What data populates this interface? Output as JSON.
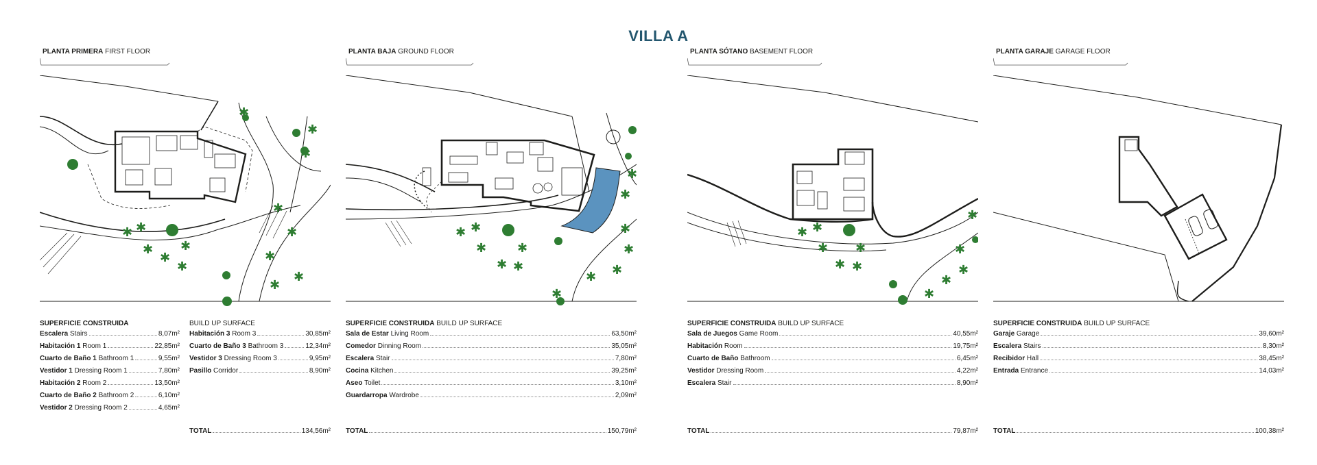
{
  "title": "VILLA A",
  "floors": [
    {
      "label_es": "PLANTA PRIMERA",
      "label_en": "FIRST FLOOR",
      "surface_title_es": "SUPERFICIE CONSTRUIDA",
      "surface_title_en": "BUILD UP SURFACE",
      "rooms_left": [
        {
          "es": "Escalera",
          "en": "Stairs",
          "area": "8,07m²"
        },
        {
          "es": "Habitación 1",
          "en": "Room 1",
          "area": "22,85m²"
        },
        {
          "es": "Cuarto de Baño 1",
          "en": "Bathroom 1",
          "area": "9,55m²"
        },
        {
          "es": "Vestidor 1",
          "en": "Dressing Room 1",
          "area": "7,80m²"
        },
        {
          "es": "Habitación 2",
          "en": "Room 2",
          "area": "13,50m²"
        },
        {
          "es": "Cuarto de Baño 2",
          "en": "Bathroom 2",
          "area": "6,10m²"
        },
        {
          "es": "Vestidor 2",
          "en": "Dressing Room 2",
          "area": "4,65m²"
        }
      ],
      "rooms_right": [
        {
          "es": "Habitación 3",
          "en": "Room 3",
          "area": "30,85m²"
        },
        {
          "es": "Cuarto de Baño 3",
          "en": "Bathroom 3",
          "area": "12,34m²"
        },
        {
          "es": "Vestidor 3",
          "en": "Dressing Room 3",
          "area": "9,95m²"
        },
        {
          "es": "Pasillo",
          "en": "Corridor",
          "area": "8,90m²"
        }
      ],
      "total_label": "TOTAL",
      "total": "134,56m²"
    },
    {
      "label_es": "PLANTA BAJA",
      "label_en": "GROUND FLOOR",
      "surface_title_es": "SUPERFICIE CONSTRUIDA",
      "surface_title_en": "BUILD UP SURFACE",
      "rooms": [
        {
          "es": "Sala de Estar",
          "en": "Living Room",
          "area": "63,50m²"
        },
        {
          "es": "Comedor",
          "en": "Dinning Room",
          "area": "35,05m²"
        },
        {
          "es": "Escalera",
          "en": "Stair",
          "area": "7,80m²"
        },
        {
          "es": "Cocina",
          "en": "Kitchen",
          "area": "39,25m²"
        },
        {
          "es": "Aseo",
          "en": "Toilet",
          "area": "3,10m²"
        },
        {
          "es": "Guardarropa",
          "en": "Wardrobe",
          "area": "2,09m²"
        }
      ],
      "total_label": "TOTAL",
      "total": "150,79m²"
    },
    {
      "label_es": "PLANTA SÓTANO",
      "label_en": "BASEMENT FLOOR",
      "surface_title_es": "SUPERFICIE CONSTRUIDA",
      "surface_title_en": "BUILD UP SURFACE",
      "rooms": [
        {
          "es": "Sala de Juegos",
          "en": "Game Room",
          "area": "40,55m²"
        },
        {
          "es": "Habitación",
          "en": "Room",
          "area": "19,75m²"
        },
        {
          "es": "Cuarto de Baño",
          "en": "Bathroom",
          "area": "6,45m²"
        },
        {
          "es": "Vestidor",
          "en": "Dressing Room",
          "area": "4,22m²"
        },
        {
          "es": "Escalera",
          "en": "Stair",
          "area": "8,90m²"
        }
      ],
      "total_label": "TOTAL",
      "total": "79,87m²"
    },
    {
      "label_es": "PLANTA GARAJE",
      "label_en": "GARAGE FLOOR",
      "surface_title_es": "SUPERFICIE CONSTRUIDA",
      "surface_title_en": "BUILD UP SURFACE",
      "rooms": [
        {
          "es": "Garaje",
          "en": "Garage",
          "area": "39,60m²"
        },
        {
          "es": "Escalera",
          "en": "Stairs",
          "area": "8,30m²"
        },
        {
          "es": "Recibidor",
          "en": "Hall",
          "area": "38,45m²"
        },
        {
          "es": "Entrada",
          "en": "Entrance",
          "area": "14,03m²"
        }
      ],
      "total_label": "TOTAL",
      "total": "100,38m²"
    }
  ],
  "colors": {
    "title": "#23566e",
    "pool": "#5b93bf",
    "tree": "#2e7d32",
    "ink": "#1d1d1b"
  },
  "icons": [
    "floor-plan-drawing",
    "palm-tree-icon",
    "round-tree-icon",
    "car-icon"
  ]
}
